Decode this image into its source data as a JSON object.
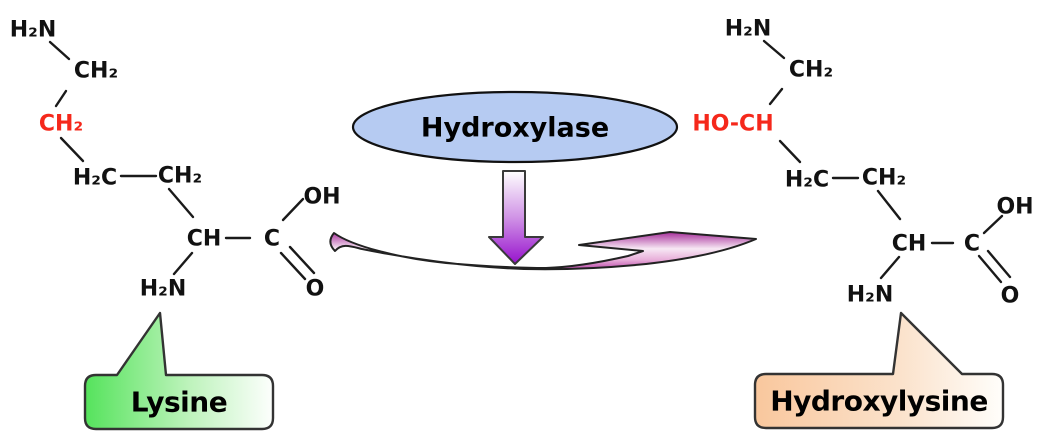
{
  "enzyme": {
    "label": "Hydroxylase"
  },
  "left_molecule": {
    "label": "Lysine",
    "atoms": {
      "amine_top": "H₂N",
      "ch2_top": "CH₂",
      "ch2_highlight": "CH₂",
      "h2c": "H₂C",
      "ch2_mid": "CH₂",
      "ch_alpha": "CH",
      "carboxyl_c": "C",
      "hydroxyl": "OH",
      "carbonyl_o": "O",
      "amine_alpha": "H₂N"
    }
  },
  "right_molecule": {
    "label": "Hydroxylysine",
    "atoms": {
      "amine_top": "H₂N",
      "ch2_top": "CH₂",
      "hydroxyl_ch_highlight": "HO-CH",
      "h2c": "H₂C",
      "ch2_mid": "CH₂",
      "ch_alpha": "CH",
      "carboxyl_c": "C",
      "hydroxyl": "OH",
      "carbonyl_o": "O",
      "amine_alpha": "H₂N"
    }
  },
  "colors": {
    "highlight_red": "#f5281b",
    "enzyme_ellipse_fill": "#b6cbf2",
    "lysine_bubble_green": "#55e35c",
    "hydroxylysine_bubble_orange": "#f9c79d",
    "down_arrow_purple": "#9712cd",
    "swoosh_magenta": "#b13b9e",
    "outline_black": "#1a1a1a"
  }
}
